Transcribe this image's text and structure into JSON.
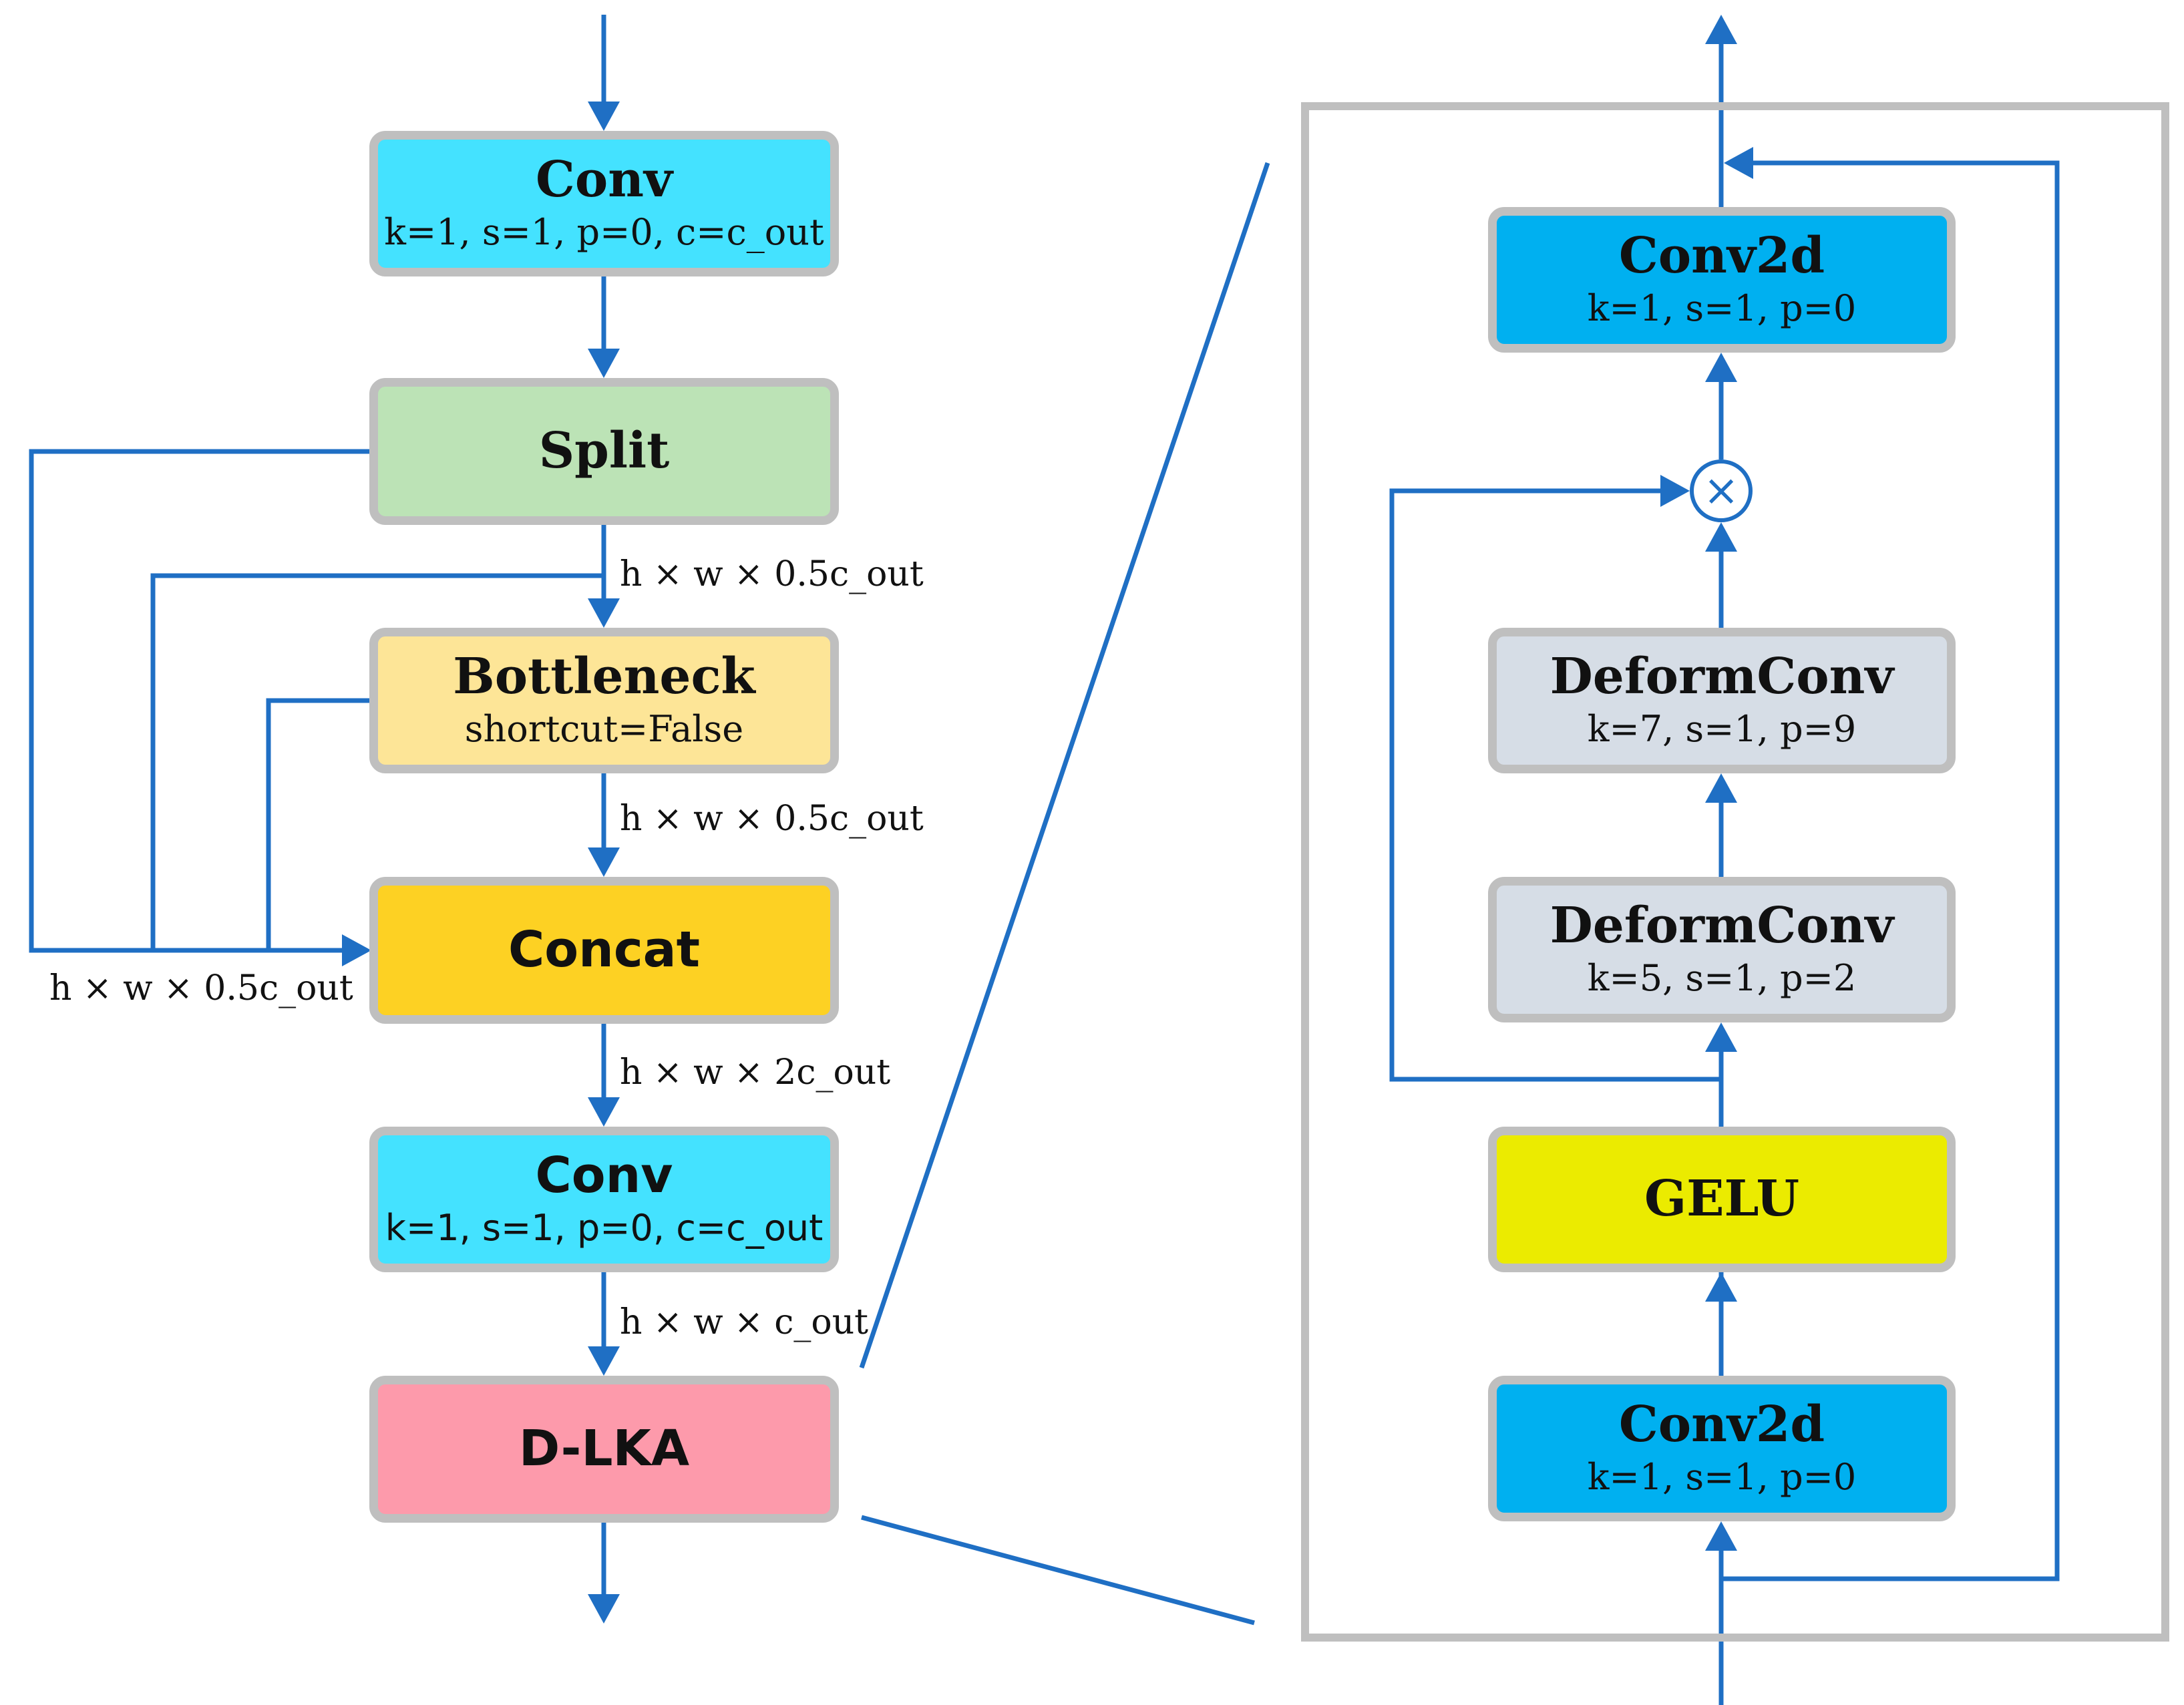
{
  "colors": {
    "wire": "#1f6fc4",
    "border": "#bfbfbf",
    "conv": "#44e2ff",
    "split": "#bce3b6",
    "bottleneck": "#fde597",
    "concat": "#fdd123",
    "dlka": "#fd9aab",
    "conv2d": "#00b0f0",
    "deform": "#d6dde6",
    "gelu": "#ebeb00"
  },
  "left": {
    "conv1": {
      "title": "Conv",
      "sub": "k=1, s=1, p=0, c=c_out"
    },
    "split": {
      "title": "Split"
    },
    "bottleneck": {
      "title": "Bottleneck",
      "sub": "shortcut=False"
    },
    "concat": {
      "title": "Concat"
    },
    "conv2": {
      "title": "Conv",
      "sub": "k=1, s=1, p=0, c=c_out"
    },
    "dlka": {
      "title": "D-LKA"
    },
    "labels": {
      "split_out": "h × w × 0.5c_out",
      "bottleneck_out": "h × w × 0.5c_out",
      "concat_side": "h × w × 0.5c_out",
      "concat_out": "h × w × 2c_out",
      "conv_out": "h × w × c_out"
    }
  },
  "right": {
    "conv2d_top": {
      "title": "Conv2d",
      "sub": "k=1, s=1, p=0"
    },
    "multiply": "×",
    "deform7": {
      "title": "DeformConv",
      "sub": "k=7, s=1, p=9"
    },
    "deform5": {
      "title": "DeformConv",
      "sub": "k=5, s=1, p=2"
    },
    "gelu": {
      "title": "GELU"
    },
    "conv2d_bottom": {
      "title": "Conv2d",
      "sub": "k=1, s=1, p=0"
    }
  }
}
